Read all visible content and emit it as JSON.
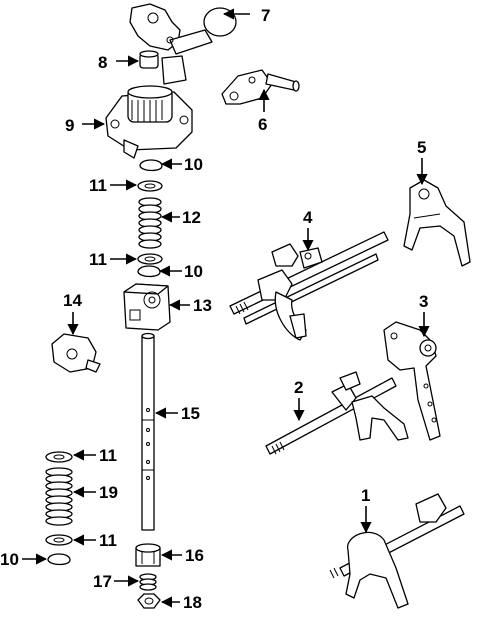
{
  "callouts": {
    "c1": "1",
    "c2": "2",
    "c3": "3",
    "c4": "4",
    "c5": "5",
    "c6": "6",
    "c7": "7",
    "c8": "8",
    "c9": "9",
    "c10a": "10",
    "c10b": "10",
    "c10c": "10",
    "c11a": "11",
    "c11b": "11",
    "c11c": "11",
    "c11d": "11",
    "c12": "12",
    "c13": "13",
    "c14": "14",
    "c15": "15",
    "c16": "16",
    "c17": "17",
    "c18": "18",
    "c19": "19"
  }
}
